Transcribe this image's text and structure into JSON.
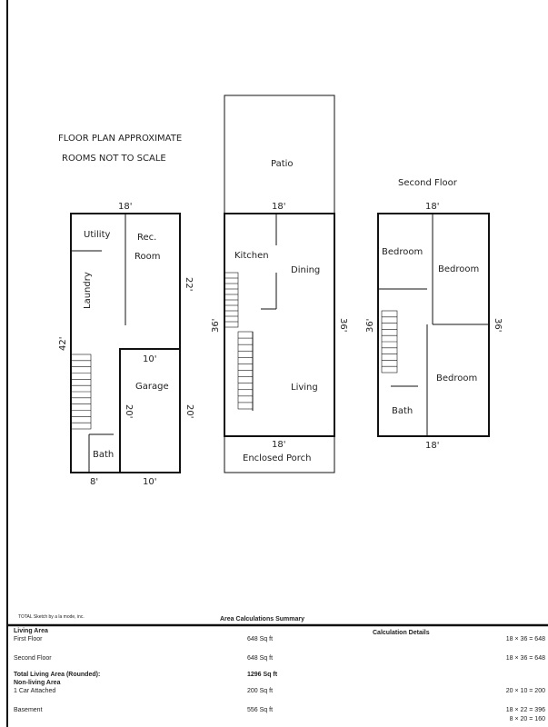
{
  "notes": {
    "line1": "FLOOR PLAN APPROXIMATE",
    "line2": "ROOMS NOT TO SCALE"
  },
  "basement": {
    "top": "18'",
    "right": "22'",
    "left": "42'",
    "garage_top": "10'",
    "garage_left": "20'",
    "garage_right": "20'",
    "bottom_left": "8'",
    "bottom_right": "10'",
    "rooms": {
      "utility": "Utility",
      "rec1": "Rec.",
      "rec2": "Room",
      "laundry": "Laundry",
      "garage": "Garage",
      "bath": "Bath"
    }
  },
  "first_floor": {
    "patio": "Patio",
    "top": "18'",
    "left": "36'",
    "right": "36'",
    "bottom": "18'",
    "rooms": {
      "kitchen": "Kitchen",
      "dining": "Dining",
      "living": "Living",
      "porch": "Enclosed Porch"
    }
  },
  "second_floor": {
    "title": "Second Floor",
    "top": "18'",
    "left": "36'",
    "right": "36'",
    "bottom": "18'",
    "rooms": {
      "bedroom1": "Bedroom",
      "bedroom2": "Bedroom",
      "bedroom3": "Bedroom",
      "bath": "Bath"
    }
  },
  "summary": {
    "credit": "TOTAL Sketch by a la mode, inc.",
    "title": "Area Calculations Summary",
    "living_header": "Living Area",
    "details_header": "Calculation Details",
    "rows": [
      {
        "label": "First Floor",
        "area": "648 Sq ft",
        "calc": "18 × 36 = 648"
      },
      {
        "label": "Second Floor",
        "area": "648 Sq ft",
        "calc": "18 × 36 = 648"
      }
    ],
    "total_label": "Total Living Area (Rounded):",
    "total_value": "1296 Sq ft",
    "nonliving_header": "Non-living Area",
    "nonliving": [
      {
        "label": "1 Car Attached",
        "area": "200 Sq ft",
        "calc": "20 × 10 = 200"
      },
      {
        "label": "Basement",
        "area": "556 Sq ft",
        "calc": "18 × 22 = 396",
        "calc2": "8 × 20 = 160"
      }
    ]
  }
}
